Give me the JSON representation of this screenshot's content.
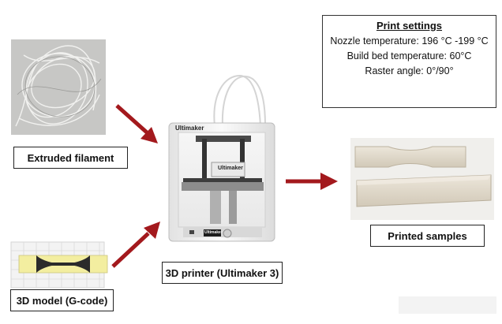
{
  "labels": {
    "filament": "Extruded filament",
    "model": "3D model (G-code)",
    "printer": "3D printer (Ultimaker 3)",
    "samples": "Printed samples"
  },
  "printer_brand": "Ultimaker",
  "print_settings": {
    "title": "Print settings",
    "nozzle": "Nozzle temperature: 196 °C -199 °C",
    "bed": "Build bed temperature: 60°C",
    "raster": "Raster angle: 0°/90°"
  },
  "colors": {
    "arrow": "#a3191d",
    "box_border": "#222222",
    "dogbone_fill": "#f3eea0",
    "sample_fill": "#e4ddd0"
  }
}
